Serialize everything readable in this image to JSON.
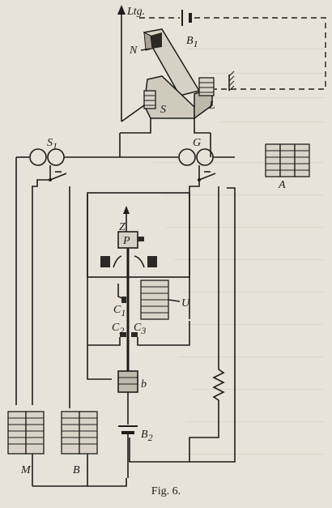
{
  "figure": {
    "caption": "Fig. 6.",
    "labels": {
      "ltg": "Ltg.",
      "b1": "B",
      "b1_sub": "1",
      "n": "N",
      "s": "S",
      "l": "L",
      "s1": "S",
      "s1_sub": "1",
      "g": "G",
      "a": "A",
      "z": "Z",
      "p": "P",
      "u": "U",
      "c1": "C",
      "c1_sub": "1",
      "c2": "C",
      "c2_sub": "2",
      "c3": "C",
      "c3_sub": "3",
      "b_core": "b",
      "b2": "B",
      "b2_sub": "2",
      "m": "M",
      "b_magnet": "B"
    }
  }
}
